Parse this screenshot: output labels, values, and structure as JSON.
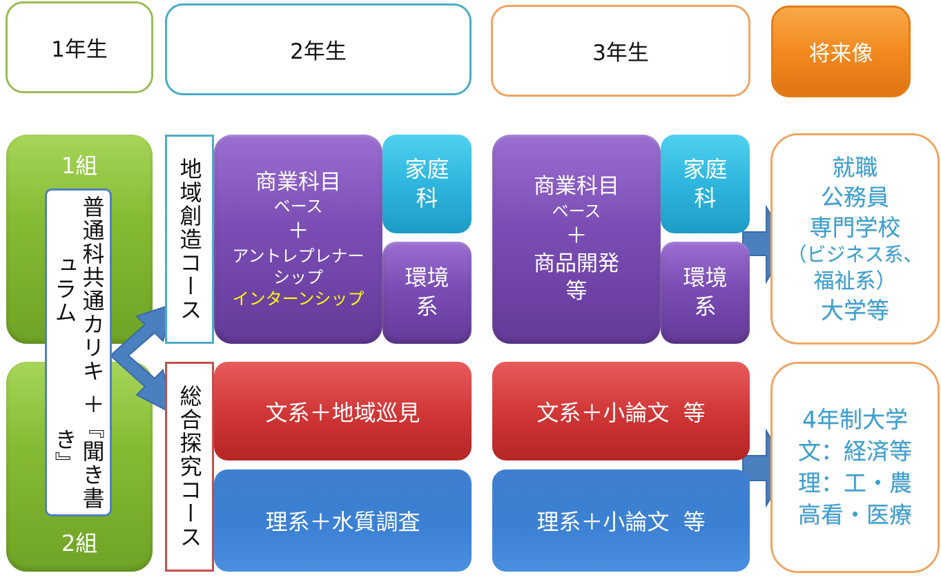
{
  "headers": {
    "year1": "1年生",
    "year2": "2年生",
    "year3": "3年生",
    "future": "将来像"
  },
  "classes": {
    "class1": "1組",
    "class2": "2組",
    "common_curriculum": [
      "普通科共通カリキュラム",
      "＋『聞き書き』"
    ]
  },
  "courses": {
    "regional": "地域創造コース",
    "inquiry": "総合探究コース"
  },
  "year2": {
    "commerce": [
      "商業科目",
      "ベース",
      "＋",
      "アントレプレナー",
      "シップ"
    ],
    "internship": "インターンシップ",
    "home_economics": [
      "家庭",
      "科"
    ],
    "environment": [
      "環境",
      "系"
    ],
    "humanities": "文系＋地域巡見",
    "science": "理系＋水質調査"
  },
  "year3": {
    "commerce": [
      "商業科目",
      "ベース",
      "＋",
      "商品開発",
      "等"
    ],
    "home_economics": [
      "家庭",
      "科"
    ],
    "environment": [
      "環境",
      "系"
    ],
    "humanities": "文系＋小論文  等",
    "science": "理系＋小論文  等"
  },
  "future": {
    "employment": [
      "就職",
      "公務員",
      "専門学校",
      "（ビジネス系、",
      "福祉系）",
      "大学等"
    ],
    "university": [
      "4年制大学",
      "文：経済等",
      "理：工・農",
      "高看・医療"
    ]
  },
  "colors": {
    "green": "#86bc33",
    "teal_border": "#4bacc6",
    "orange_border": "#f0a462",
    "orange_fill": "#f28a1f",
    "purple": "#7b4db4",
    "cyan": "#2fb6de",
    "red": "#cf3535",
    "blue": "#3b80d3",
    "arrow_blue": "#4a7fc0",
    "internship_yellow": "#ffff00"
  }
}
